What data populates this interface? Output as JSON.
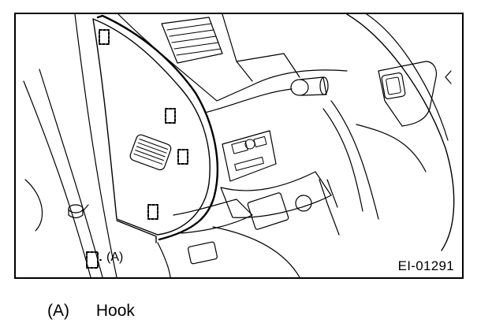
{
  "figure": {
    "id": "EI-01291",
    "callout_label": "(A)"
  },
  "legend": {
    "items": [
      {
        "key": "(A)",
        "text": "Hook"
      }
    ]
  }
}
